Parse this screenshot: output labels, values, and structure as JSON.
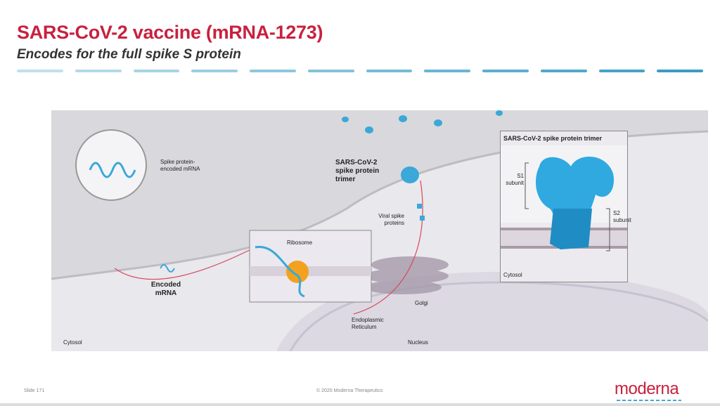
{
  "slide": {
    "title": "SARS-CoV-2 vaccine (mRNA-1273)",
    "subtitle": "Encodes for the full spike S protein",
    "slide_number": "Slide 171",
    "copyright": "© 2020 Moderna Therapeutics",
    "logo": "moderna"
  },
  "colors": {
    "title": "#c8213f",
    "spike": "#2fa9e0",
    "dash_start": "#bfe0ec",
    "dash_end": "#3a9cc4"
  },
  "diagram": {
    "mrna_label": "Spike protein-encoded mRNA",
    "trimer_label": "SARS-CoV-2 spike protein trimer",
    "viral_spike_label": "Viral spike proteins",
    "ribosome_label": "Ribosome",
    "encoded_mrna_label": "Encoded mRNA",
    "golgi_label": "Golgi",
    "er_label": "Endoplasmic Reticulum",
    "cytosol_label": "Cytosol",
    "nucleus_label": "Nucleus"
  },
  "inset": {
    "title": "SARS-CoV-2 spike protein trimer",
    "s1_label": "S1 subunit",
    "s2_label": "S2 subunit",
    "cytosol_label": "Cytosol"
  }
}
